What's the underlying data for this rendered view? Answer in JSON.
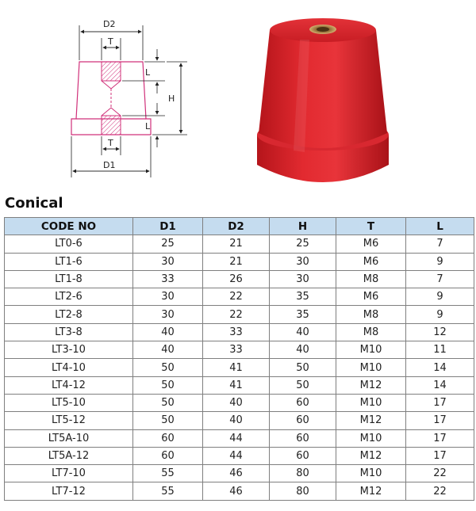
{
  "drawing": {
    "label_d2": "D2",
    "label_d1": "D1",
    "label_t_top": "T",
    "label_t_bottom": "T",
    "label_l_top": "L",
    "label_l_bottom": "L",
    "label_h": "H",
    "line_color": "#d0307a"
  },
  "photo": {
    "body_color": "#d11f26",
    "insert_color": "#c9a35a"
  },
  "section_title": "Conical",
  "table": {
    "header_bg": "#c5dcef",
    "columns": [
      "CODE NO",
      "D1",
      "D2",
      "H",
      "T",
      "L"
    ],
    "rows": [
      [
        "LT0-6",
        "25",
        "21",
        "25",
        "M6",
        "7"
      ],
      [
        "LT1-6",
        "30",
        "21",
        "30",
        "M6",
        "9"
      ],
      [
        "LT1-8",
        "33",
        "26",
        "30",
        "M8",
        "7"
      ],
      [
        "LT2-6",
        "30",
        "22",
        "35",
        "M6",
        "9"
      ],
      [
        "LT2-8",
        "30",
        "22",
        "35",
        "M8",
        "9"
      ],
      [
        "LT3-8",
        "40",
        "33",
        "40",
        "M8",
        "12"
      ],
      [
        "LT3-10",
        "40",
        "33",
        "40",
        "M10",
        "11"
      ],
      [
        "LT4-10",
        "50",
        "41",
        "50",
        "M10",
        "14"
      ],
      [
        "LT4-12",
        "50",
        "41",
        "50",
        "M12",
        "14"
      ],
      [
        "LT5-10",
        "50",
        "40",
        "60",
        "M10",
        "17"
      ],
      [
        "LT5-12",
        "50",
        "40",
        "60",
        "M12",
        "17"
      ],
      [
        "LT5A-10",
        "60",
        "44",
        "60",
        "M10",
        "17"
      ],
      [
        "LT5A-12",
        "60",
        "44",
        "60",
        "M12",
        "17"
      ],
      [
        "LT7-10",
        "55",
        "46",
        "80",
        "M10",
        "22"
      ],
      [
        "LT7-12",
        "55",
        "46",
        "80",
        "M12",
        "22"
      ]
    ]
  }
}
